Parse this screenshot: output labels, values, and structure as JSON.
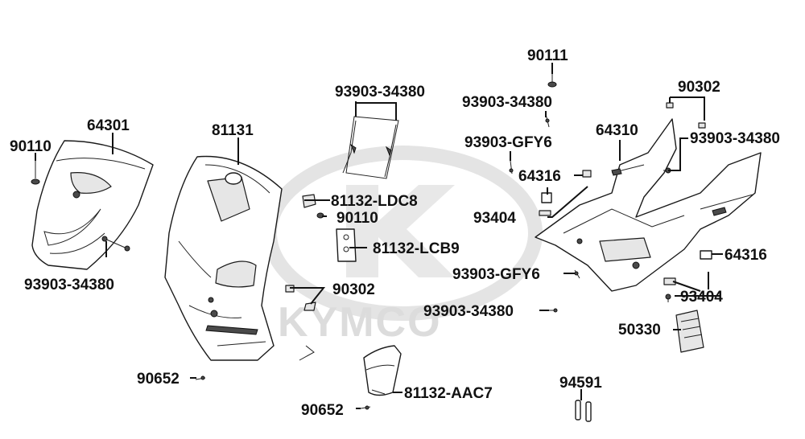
{
  "watermark": {
    "text": "KYMCO"
  },
  "labels": {
    "l_90111": "90111",
    "l_93903_34380_top": "93903-34380",
    "l_93903_34380_mid": "93903-34380",
    "l_90302_top": "90302",
    "l_93903_gfy6_top": "93903-GFY6",
    "l_64310": "64310",
    "l_93903_34380_right": "93903-34380",
    "l_64316_top": "64316",
    "l_93404_mid": "93404",
    "l_64316_bot": "64316",
    "l_93903_gfy6_bot": "93903-GFY6",
    "l_93404_bot": "93404",
    "l_93903_34380_bot": "93903-34380",
    "l_50330": "50330",
    "l_94591": "94591",
    "l_90110_left": "90110",
    "l_64301": "64301",
    "l_93903_34380_left": "93903-34380",
    "l_81131": "81131",
    "l_81132_ldc8": "81132-LDC8",
    "l_90110_center": "90110",
    "l_81132_lcb9": "81132-LCB9",
    "l_90302_center": "90302",
    "l_90652_left": "90652",
    "l_90652_bot": "90652",
    "l_81132_aac7": "81132-AAC7"
  }
}
